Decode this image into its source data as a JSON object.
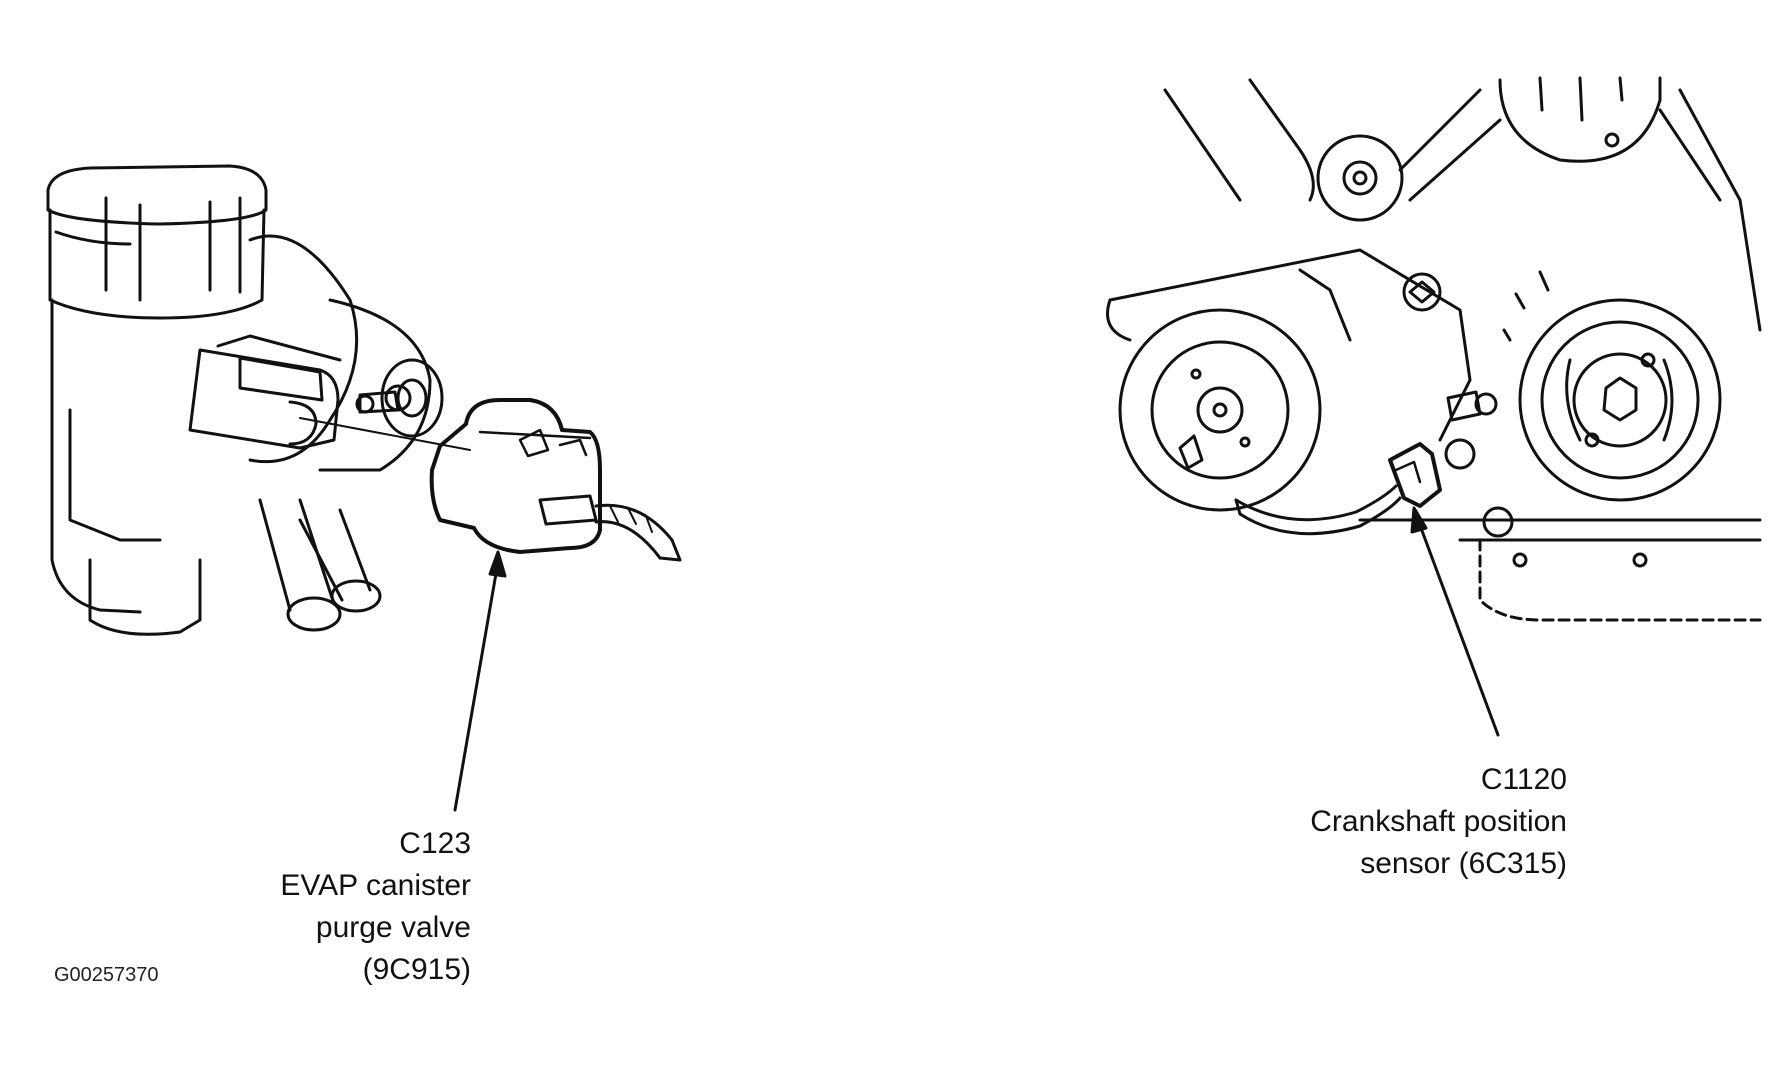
{
  "figure_id": "G00257370",
  "callouts": {
    "evap": {
      "code": "C123",
      "line1": "EVAP canister",
      "line2": "purge valve",
      "part": "(9C915)"
    },
    "ckp": {
      "code": "C1120",
      "line1": "Crankshaft position",
      "line2": "sensor (6C315)"
    }
  }
}
